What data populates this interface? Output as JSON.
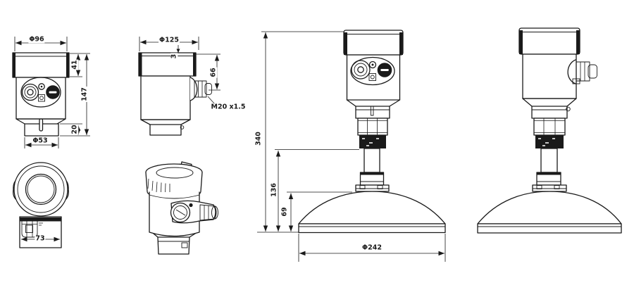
{
  "page": {
    "background": "#ffffff",
    "ink": "#1a1a1a"
  },
  "views": {
    "front": {
      "dims": {
        "top_width": "Φ96",
        "head_height": "41",
        "total_height": "147",
        "flange_height": "20",
        "flange_width": "Φ53"
      }
    },
    "top": {
      "dims": {
        "body_width": "73"
      }
    },
    "side": {
      "dims": {
        "top_width": "Φ125",
        "lid_lip": "3",
        "gland_height": "66",
        "gland_thread": "M20 x1.5"
      }
    },
    "horn_front": {
      "dims": {
        "total_height": "340",
        "lower_height": "136",
        "horn_height": "69",
        "horn_diameter": "Φ242"
      }
    }
  }
}
